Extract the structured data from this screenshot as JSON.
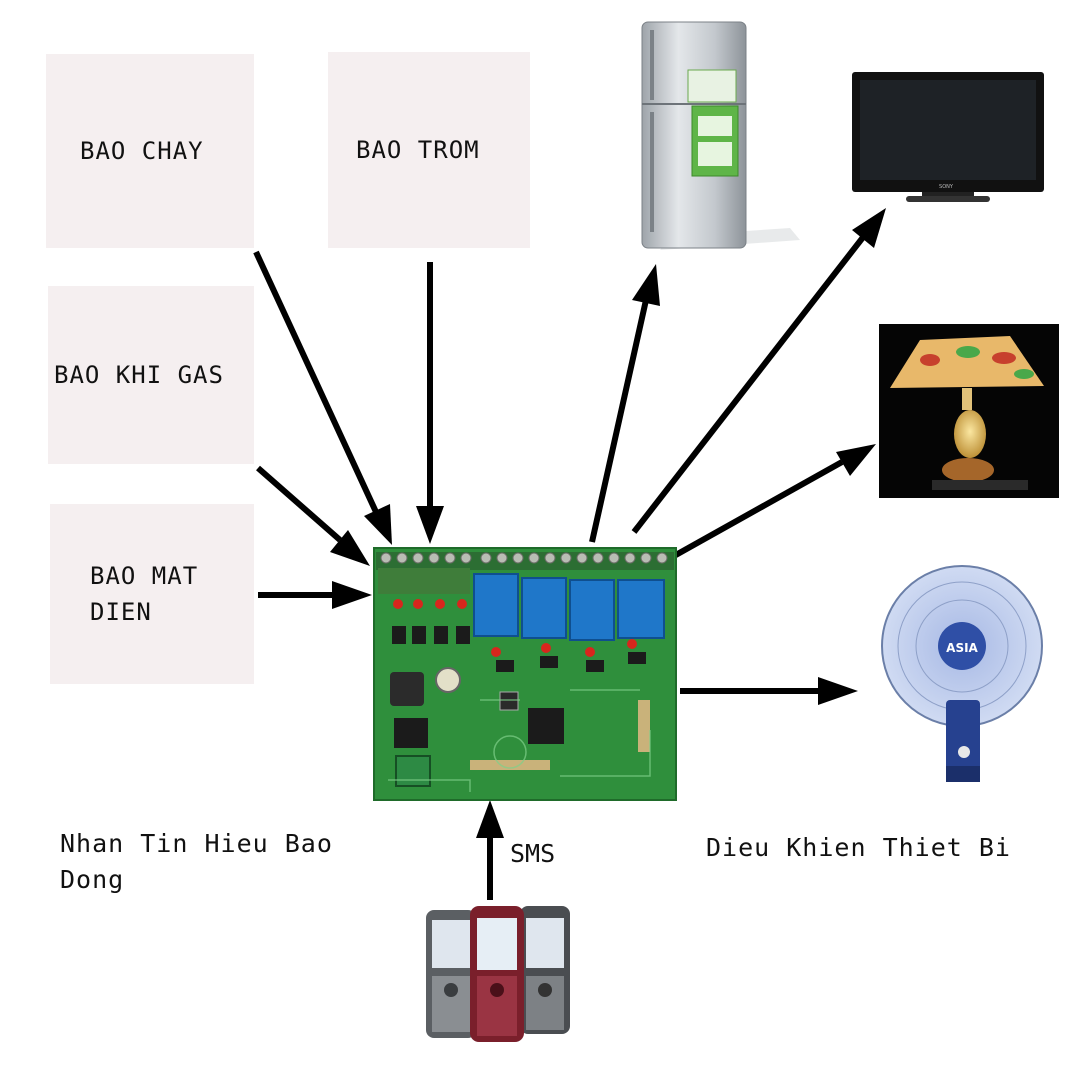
{
  "inputs": {
    "fire_alarm": "BAO CHAY",
    "burglar_alarm": "BAO TROM",
    "gas_alarm": "BAO KHI GAS",
    "power_loss_line1": "BAO MAT",
    "power_loss_line2": "DIEN"
  },
  "captions": {
    "receive_line1": "Nhan Tin Hieu Bao",
    "receive_line2": "Dong",
    "control": "Dieu Khien Thiet Bi",
    "sms": "SMS"
  },
  "devices": {
    "tv_brand": "SONY",
    "fan_brand": "ASIA"
  },
  "colors": {
    "box_bg": "#f5eff0",
    "pcb_green": "#2f8f3c",
    "relay_blue": "#1f77c9",
    "arrow": "#000000"
  }
}
